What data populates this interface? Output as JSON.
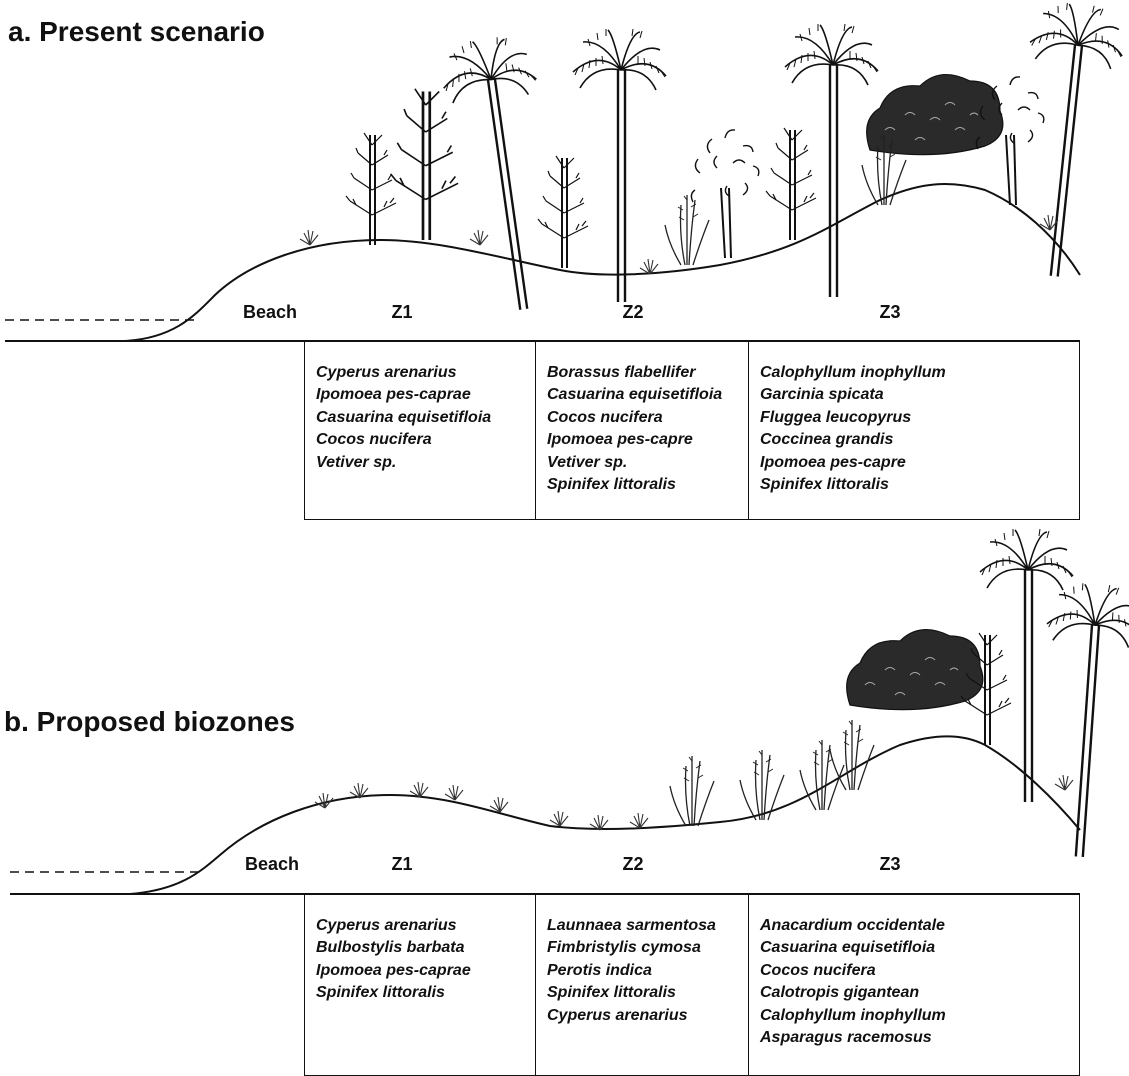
{
  "panels": [
    {
      "title": "a. Present scenario",
      "beach_label": "Beach",
      "zones": [
        {
          "label": "Z1",
          "species": [
            "Cyperus arenarius",
            "Ipomoea pes-caprae",
            "Casuarina equisetifloia",
            "Cocos nucifera",
            "Vetiver sp."
          ]
        },
        {
          "label": "Z2",
          "species": [
            "Borassus flabellifer",
            "Casuarina equisetifloia",
            "Cocos nucifera",
            "Ipomoea pes-capre",
            "Vetiver sp.",
            "Spinifex littoralis"
          ]
        },
        {
          "label": "Z3",
          "species": [
            "Calophyllum inophyllum",
            "Garcinia spicata",
            "Fluggea leucopyrus",
            "Coccinea grandis",
            "Ipomoea pes-capre",
            "Spinifex littoralis"
          ]
        }
      ]
    },
    {
      "title": "b. Proposed biozones",
      "beach_label": "Beach",
      "zones": [
        {
          "label": "Z1",
          "species": [
            "Cyperus arenarius",
            "Bulbostylis barbata",
            "Ipomoea pes-caprae",
            "Spinifex littoralis"
          ]
        },
        {
          "label": "Z2",
          "species": [
            "Launnaea sarmentosa",
            "Fimbristylis cymosa",
            "Perotis indica",
            "Spinifex littoralis",
            "Cyperus arenarius"
          ]
        },
        {
          "label": "Z3",
          "species": [
            "Anacardium occidentale",
            "Casuarina equisetifloia",
            "Cocos nucifera",
            "Calotropis gigantean",
            "Calophyllum inophyllum",
            "Asparagus racemosus"
          ]
        }
      ]
    }
  ]
}
